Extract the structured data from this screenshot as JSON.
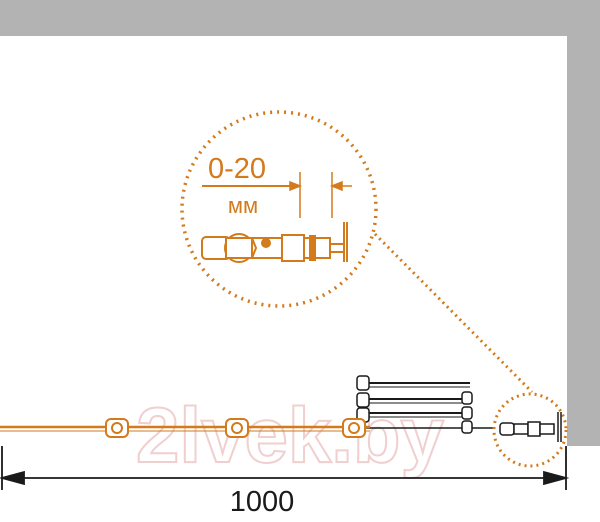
{
  "diagram": {
    "callout": {
      "range_label": "0-20",
      "unit_label": "мм"
    },
    "dimension": {
      "width_label": "1000"
    },
    "watermark": {
      "text": "2lvek.by"
    }
  },
  "colors": {
    "wall": "#b3b3b3",
    "accent": "#d27a1c",
    "line": "#1a1a1a",
    "watermark": "#f2d6d6"
  }
}
